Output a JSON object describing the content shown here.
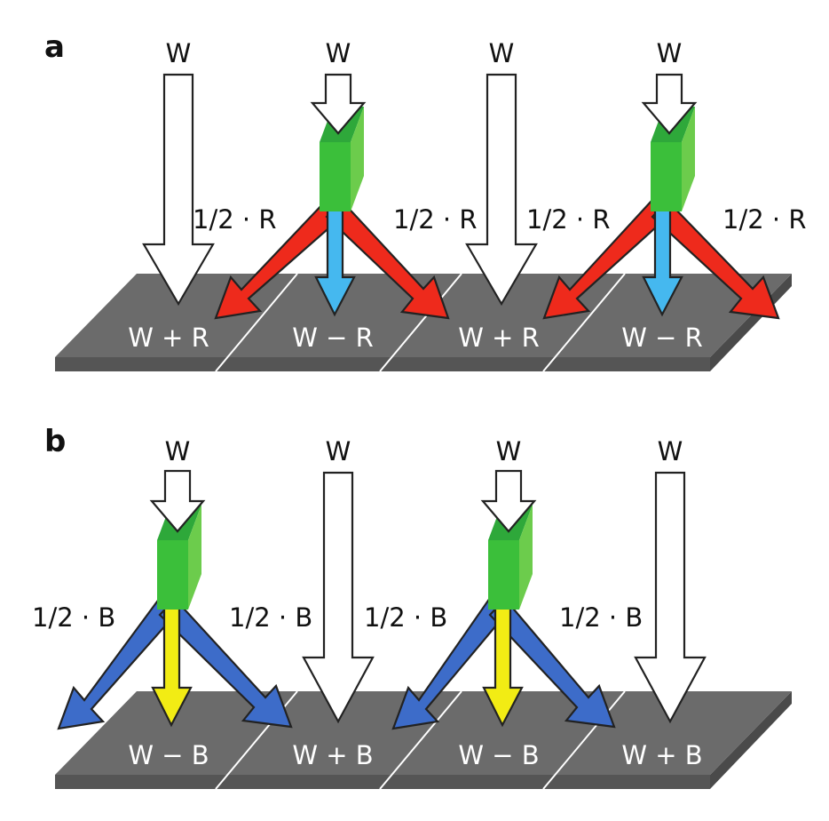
{
  "colors": {
    "red_arrow": "#ee2a1c",
    "cyan_arrow": "#45b8ef",
    "blue_arrow": "#3d6cc9",
    "yellow_arrow": "#f2ec14",
    "prism_front": "#3bbf3a",
    "prism_side": "#6ccc4c",
    "prism_top": "#2ea83a",
    "plate_top": "#6b6b6b",
    "plate_side": "#555555"
  },
  "panel_a": {
    "label": "a",
    "incident": [
      "W",
      "W",
      "W",
      "W"
    ],
    "split_labels": [
      "1/2 · R",
      "1/2 · R",
      "1/2 · R",
      "1/2 · R"
    ],
    "pixels": [
      "W + R",
      "W − R",
      "W + R",
      "W − R"
    ]
  },
  "panel_b": {
    "label": "b",
    "incident": [
      "W",
      "W",
      "W",
      "W"
    ],
    "split_labels": [
      "1/2 · B",
      "1/2 · B",
      "1/2 · B",
      "1/2 · B"
    ],
    "pixels": [
      "W − B",
      "W + B",
      "W − B",
      "W + B"
    ]
  }
}
